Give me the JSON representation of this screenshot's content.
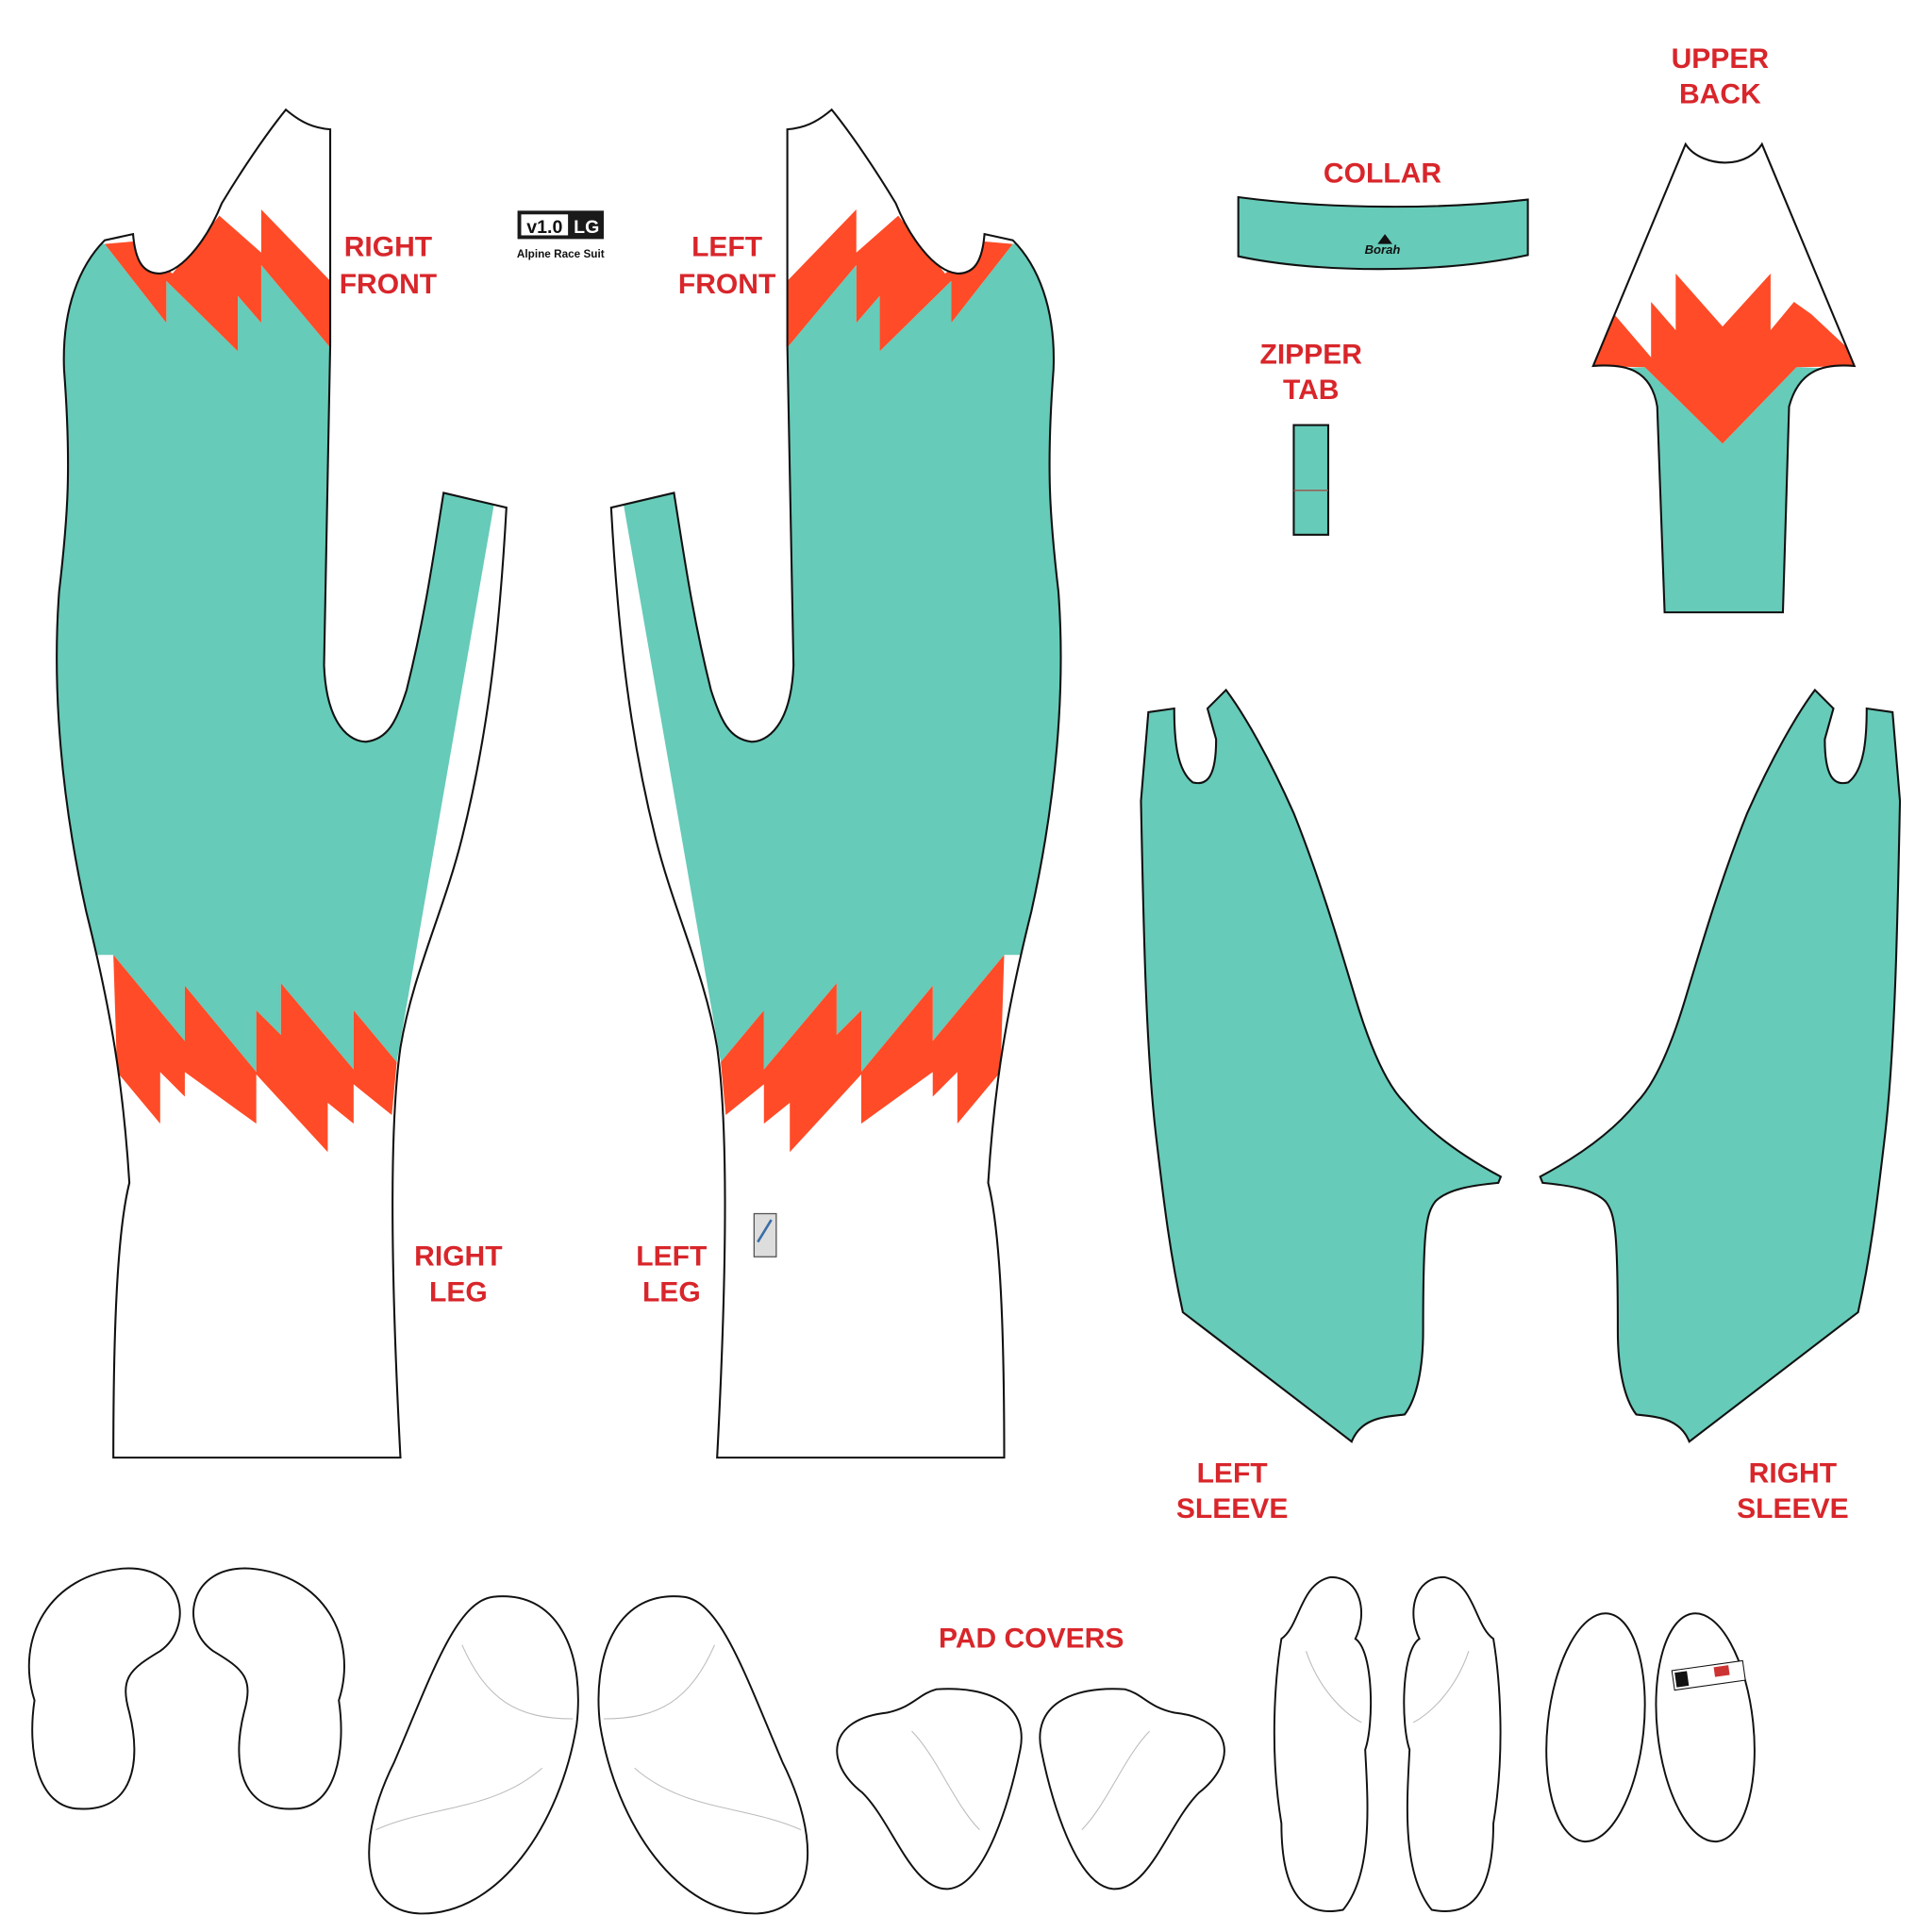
{
  "colors": {
    "teal": "#66cbb8",
    "orange": "#ff4b27",
    "label": "#d8262b",
    "outline": "#111111"
  },
  "logo": {
    "version": "v1.0",
    "size": "LG",
    "product": "Alpine Race Suit"
  },
  "brand": "Borah",
  "labels": {
    "right_front": [
      "RIGHT",
      "FRONT"
    ],
    "left_front": [
      "LEFT",
      "FRONT"
    ],
    "collar": "COLLAR",
    "upper_back": [
      "UPPER",
      "BACK"
    ],
    "zipper_tab": [
      "ZIPPER",
      "TAB"
    ],
    "right_leg": [
      "RIGHT",
      "LEG"
    ],
    "left_leg": [
      "LEFT",
      "LEG"
    ],
    "left_sleeve": [
      "LEFT",
      "SLEEVE"
    ],
    "right_sleeve": [
      "RIGHT",
      "SLEEVE"
    ],
    "pad_covers": "PAD COVERS"
  }
}
